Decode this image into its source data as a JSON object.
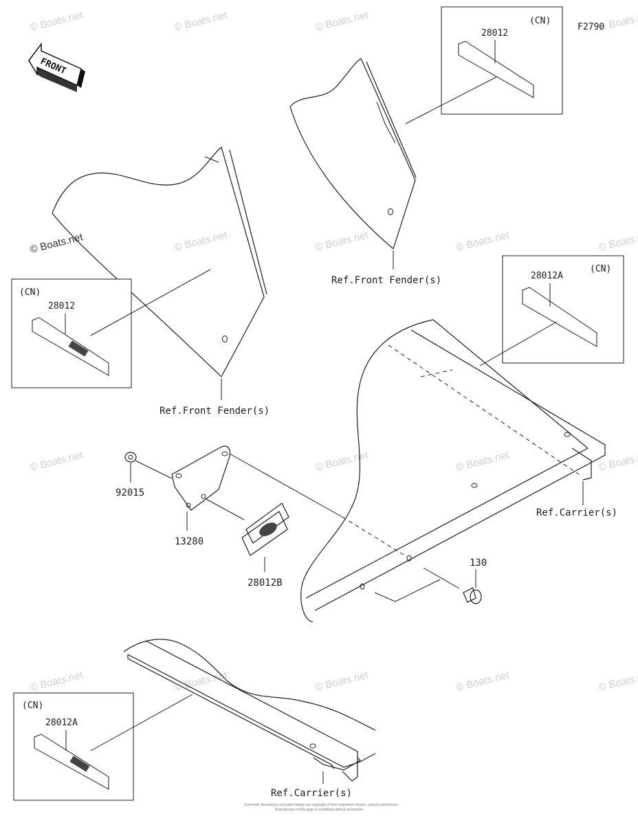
{
  "figure_code": "F2790",
  "front_arrow": "FRONT",
  "watermarks": {
    "light": "© Boats.net",
    "dark": "© Boats.net"
  },
  "callouts": {
    "box_top_right": {
      "region": "(CN)",
      "part": "28012"
    },
    "box_left": {
      "region": "(CN)",
      "part": "28012"
    },
    "box_mid_right": {
      "region": "(CN)",
      "part": "28012A"
    },
    "box_bottom_left": {
      "region": "(CN)",
      "part": "28012A"
    }
  },
  "parts": {
    "washer": "92015",
    "bracket": "13280",
    "plate": "28012B",
    "bolt": "130"
  },
  "refs": {
    "fender_right": "Ref.Front Fender(s)",
    "fender_left": "Ref.Front Fender(s)",
    "carrier_right": "Ref.Carrier(s)",
    "carrier_bottom": "Ref.Carrier(s)"
  },
  "footer": {
    "line1": "Schematic illustrations and parts listings are copyright of their respective owners; used by permission.",
    "line2": "Reproduction of this page is prohibited without permission."
  }
}
